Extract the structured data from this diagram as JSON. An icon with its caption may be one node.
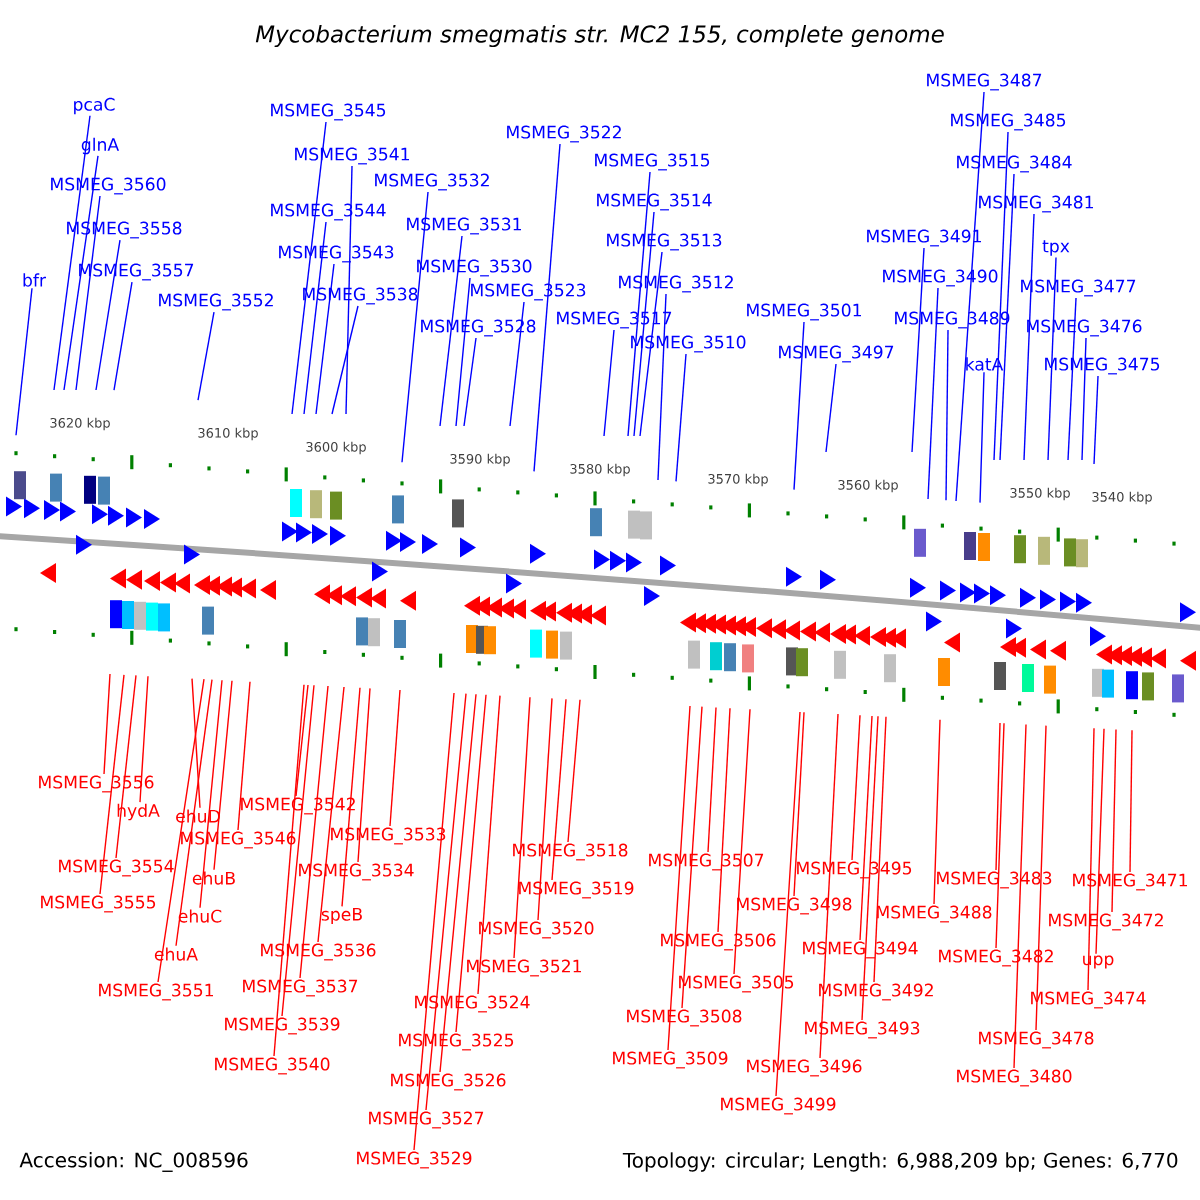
{
  "diagram": {
    "title": "Mycobacterium smegmatis str. MC2 155, complete genome",
    "nodes": [
      {
        "text": [
          "pcaC"
        ]
      },
      {
        "text": [
          "glnA"
        ]
      },
      {
        "text": [
          "bfr"
        ]
      },
      {
        "text": [
          "MSMEG_3560"
        ]
      },
      {
        "text": [
          "MSMEG_3558"
        ]
      },
      {
        "text": [
          "MSMEG_3557"
        ]
      },
      {
        "text": [
          "MSMEG_3552"
        ]
      },
      {
        "text": [
          "MSMEG_3545"
        ]
      },
      {
        "text": [
          "MSMEG_3541"
        ]
      },
      {
        "text": [
          "MSMEG_3544"
        ]
      },
      {
        "text": [
          "MSMEG_3543"
        ]
      },
      {
        "text": [
          "MSMEG_3538"
        ]
      },
      {
        "text": [
          "MSMEG_3532"
        ]
      },
      {
        "text": [
          "MSMEG_3531"
        ]
      },
      {
        "text": [
          "MSMEG_3530"
        ]
      },
      {
        "text": [
          "MSMEG_3523"
        ]
      },
      {
        "text": [
          "MSMEG_3528"
        ]
      },
      {
        "text": [
          "MSMEG_3522"
        ]
      },
      {
        "text": [
          "MSMEG_3515"
        ]
      },
      {
        "text": [
          "MSMEG_3514"
        ]
      },
      {
        "text": [
          "MSMEG_3513"
        ]
      },
      {
        "text": [
          "MSMEG_3512"
        ]
      },
      {
        "text": [
          "MSMEG_3517"
        ]
      },
      {
        "text": [
          "MSMEG_3510"
        ]
      },
      {
        "text": [
          "MSMEG_3501"
        ]
      },
      {
        "text": [
          "MSMEG_3497"
        ]
      },
      {
        "text": [
          "MSMEG_3487"
        ]
      },
      {
        "text": [
          "MSMEG_3485"
        ]
      },
      {
        "text": [
          "MSMEG_3484"
        ]
      },
      {
        "text": [
          "MSMEG_3481"
        ]
      },
      {
        "text": [
          "MSMEG_3491"
        ]
      },
      {
        "text": [
          "MSMEG_3490"
        ]
      },
      {
        "text": [
          "MSMEG_3489"
        ]
      },
      {
        "text": [
          "katA"
        ]
      },
      {
        "text": [
          "tpx"
        ]
      },
      {
        "text": [
          "MSMEG_3477"
        ]
      },
      {
        "text": [
          "MSMEG_3476"
        ]
      },
      {
        "text": [
          "MSMEG_3475"
        ]
      },
      {
        "text": [
          "MSMEG_3556"
        ]
      },
      {
        "text": [
          "hydA"
        ]
      },
      {
        "text": [
          "MSMEG_3554"
        ]
      },
      {
        "text": [
          "MSMEG_3555"
        ]
      },
      {
        "text": [
          "MSMEG_3551"
        ]
      },
      {
        "text": [
          "ehuA"
        ]
      },
      {
        "text": [
          "ehuC"
        ]
      },
      {
        "text": [
          "ehuB"
        ]
      },
      {
        "text": [
          "ehuD"
        ]
      },
      {
        "text": [
          "MSMEG_3546"
        ]
      },
      {
        "text": [
          "MSMEG_3542"
        ]
      },
      {
        "text": [
          "MSMEG_3533"
        ]
      },
      {
        "text": [
          "MSMEG_3534"
        ]
      },
      {
        "text": [
          "speB"
        ]
      },
      {
        "text": [
          "MSMEG_3536"
        ]
      },
      {
        "text": [
          "MSMEG_3537"
        ]
      },
      {
        "text": [
          "MSMEG_3539"
        ]
      },
      {
        "text": [
          "MSMEG_3540"
        ]
      },
      {
        "text": [
          "MSMEG_3518"
        ]
      },
      {
        "text": [
          "MSMEG_3519"
        ]
      },
      {
        "text": [
          "MSMEG_3520"
        ]
      },
      {
        "text": [
          "MSMEG_3521"
        ]
      },
      {
        "text": [
          "MSMEG_3524"
        ]
      },
      {
        "text": [
          "MSMEG_3525"
        ]
      },
      {
        "text": [
          "MSMEG_3526"
        ]
      },
      {
        "text": [
          "MSMEG_3527"
        ]
      },
      {
        "text": [
          "MSMEG_3529"
        ]
      },
      {
        "text": [
          "MSMEG_3507"
        ]
      },
      {
        "text": [
          "MSMEG_3506"
        ]
      },
      {
        "text": [
          "MSMEG_3505"
        ]
      },
      {
        "text": [
          "MSMEG_3508"
        ]
      },
      {
        "text": [
          "MSMEG_3509"
        ]
      },
      {
        "text": [
          "MSMEG_3495"
        ]
      },
      {
        "text": [
          "MSMEG_3498"
        ]
      },
      {
        "text": [
          "MSMEG_3494"
        ]
      },
      {
        "text": [
          "MSMEG_3492"
        ]
      },
      {
        "text": [
          "MSMEG_3493"
        ]
      },
      {
        "text": [
          "MSMEG_3496"
        ]
      },
      {
        "text": [
          "MSMEG_3499"
        ]
      },
      {
        "text": [
          "MSMEG_3488"
        ]
      },
      {
        "text": [
          "MSMEG_3483"
        ]
      },
      {
        "text": [
          "MSMEG_3482"
        ]
      },
      {
        "text": [
          "MSMEG_3478"
        ]
      },
      {
        "text": [
          "MSMEG_3480"
        ]
      },
      {
        "text": [
          "MSMEG_3471"
        ]
      },
      {
        "text": [
          "MSMEG_3472"
        ]
      },
      {
        "text": [
          "upp"
        ]
      },
      {
        "text": [
          "MSMEG_3474"
        ]
      }
    ],
    "edges": [
      {
        "from": 0,
        "to": null,
        "arrow": "none",
        "color": "#0000ff"
      },
      {
        "from": 1,
        "to": null,
        "arrow": "none",
        "color": "#0000ff"
      },
      {
        "from": 2,
        "to": null,
        "arrow": "none",
        "color": "#0000ff"
      },
      {
        "from": 3,
        "to": null,
        "arrow": "none",
        "color": "#0000ff"
      },
      {
        "from": 4,
        "to": null,
        "arrow": "none",
        "color": "#0000ff"
      },
      {
        "from": 5,
        "to": null,
        "arrow": "none",
        "color": "#0000ff"
      },
      {
        "from": 6,
        "to": null,
        "arrow": "none",
        "color": "#0000ff"
      },
      {
        "from": 7,
        "to": null,
        "arrow": "none",
        "color": "#0000ff"
      },
      {
        "from": 8,
        "to": null,
        "arrow": "none",
        "color": "#0000ff"
      },
      {
        "from": 9,
        "to": null,
        "arrow": "none",
        "color": "#0000ff"
      },
      {
        "from": 10,
        "to": null,
        "arrow": "none",
        "color": "#0000ff"
      },
      {
        "from": 11,
        "to": null,
        "arrow": "none",
        "color": "#0000ff"
      },
      {
        "from": 12,
        "to": null,
        "arrow": "none",
        "color": "#0000ff"
      },
      {
        "from": 13,
        "to": null,
        "arrow": "none",
        "color": "#0000ff"
      },
      {
        "from": 14,
        "to": null,
        "arrow": "none",
        "color": "#0000ff"
      },
      {
        "from": 15,
        "to": null,
        "arrow": "none",
        "color": "#0000ff"
      },
      {
        "from": 16,
        "to": null,
        "arrow": "none",
        "color": "#0000ff"
      },
      {
        "from": 17,
        "to": null,
        "arrow": "none",
        "color": "#0000ff"
      },
      {
        "from": 18,
        "to": null,
        "arrow": "none",
        "color": "#0000ff"
      },
      {
        "from": 19,
        "to": null,
        "arrow": "none",
        "color": "#0000ff"
      },
      {
        "from": 20,
        "to": null,
        "arrow": "none",
        "color": "#0000ff"
      },
      {
        "from": 21,
        "to": null,
        "arrow": "none",
        "color": "#0000ff"
      },
      {
        "from": 22,
        "to": null,
        "arrow": "none",
        "color": "#0000ff"
      },
      {
        "from": 23,
        "to": null,
        "arrow": "none",
        "color": "#0000ff"
      },
      {
        "from": 24,
        "to": null,
        "arrow": "none",
        "color": "#0000ff"
      },
      {
        "from": 25,
        "to": null,
        "arrow": "none",
        "color": "#0000ff"
      },
      {
        "from": 26,
        "to": null,
        "arrow": "none",
        "color": "#0000ff"
      },
      {
        "from": 27,
        "to": null,
        "arrow": "none",
        "color": "#0000ff"
      },
      {
        "from": 28,
        "to": null,
        "arrow": "none",
        "color": "#0000ff"
      },
      {
        "from": 29,
        "to": null,
        "arrow": "none",
        "color": "#0000ff"
      },
      {
        "from": 30,
        "to": null,
        "arrow": "none",
        "color": "#0000ff"
      },
      {
        "from": 31,
        "to": null,
        "arrow": "none",
        "color": "#0000ff"
      },
      {
        "from": 32,
        "to": null,
        "arrow": "none",
        "color": "#0000ff"
      },
      {
        "from": 33,
        "to": null,
        "arrow": "none",
        "color": "#0000ff"
      },
      {
        "from": 34,
        "to": null,
        "arrow": "none",
        "color": "#0000ff"
      },
      {
        "from": 35,
        "to": null,
        "arrow": "none",
        "color": "#0000ff"
      },
      {
        "from": 36,
        "to": null,
        "arrow": "none",
        "color": "#0000ff"
      },
      {
        "from": 37,
        "to": null,
        "arrow": "none",
        "color": "#0000ff"
      },
      {
        "from": 38,
        "to": null,
        "arrow": "none"
      },
      {
        "from": 39,
        "to": null,
        "arrow": "none"
      },
      {
        "from": 40,
        "to": null,
        "arrow": "none"
      },
      {
        "from": 41,
        "to": null,
        "arrow": "none"
      },
      {
        "from": 42,
        "to": null,
        "arrow": "none"
      },
      {
        "from": 43,
        "to": null,
        "arrow": "none"
      },
      {
        "from": 44,
        "to": null,
        "arrow": "none"
      },
      {
        "from": 45,
        "to": null,
        "arrow": "none"
      },
      {
        "from": 46,
        "to": null,
        "arrow": "none"
      },
      {
        "from": 47,
        "to": null,
        "arrow": "none"
      },
      {
        "from": 48,
        "to": null,
        "arrow": "none"
      },
      {
        "from": 49,
        "to": null,
        "arrow": "none"
      },
      {
        "from": 50,
        "to": null,
        "arrow": "none"
      },
      {
        "from": 51,
        "to": null,
        "arrow": "none"
      },
      {
        "from": 52,
        "to": null,
        "arrow": "none"
      },
      {
        "from": 53,
        "to": null,
        "arrow": "none"
      },
      {
        "from": 54,
        "to": null,
        "arrow": "none"
      },
      {
        "from": 55,
        "to": null,
        "arrow": "none"
      },
      {
        "from": 56,
        "to": null,
        "arrow": "none"
      },
      {
        "from": 57,
        "to": null,
        "arrow": "none"
      },
      {
        "from": 58,
        "to": null,
        "arrow": "none"
      },
      {
        "from": 59,
        "to": null,
        "arrow": "none"
      },
      {
        "from": 60,
        "to": null,
        "arrow": "none"
      },
      {
        "from": 61,
        "to": null,
        "arrow": "none"
      },
      {
        "from": 62,
        "to": null,
        "arrow": "none"
      },
      {
        "from": 63,
        "to": null,
        "arrow": "none"
      },
      {
        "from": 64,
        "to": null,
        "arrow": "none"
      },
      {
        "from": 65,
        "to": null,
        "arrow": "none"
      },
      {
        "from": 66,
        "to": null,
        "arrow": "none"
      },
      {
        "from": 67,
        "to": null,
        "arrow": "none"
      },
      {
        "from": 68,
        "to": null,
        "arrow": "none"
      },
      {
        "from": 69,
        "to": null,
        "arrow": "none"
      },
      {
        "from": 70,
        "to": null,
        "arrow": "none"
      },
      {
        "from": 71,
        "to": null,
        "arrow": "none"
      },
      {
        "from": 72,
        "to": null,
        "arrow": "none"
      },
      {
        "from": 73,
        "to": null,
        "arrow": "none"
      },
      {
        "from": 74,
        "to": null,
        "arrow": "none"
      },
      {
        "from": 75,
        "to": null,
        "arrow": "none"
      },
      {
        "from": 76,
        "to": null,
        "arrow": "none"
      },
      {
        "from": 77,
        "to": null,
        "arrow": "none"
      },
      {
        "from": 78,
        "to": null,
        "arrow": "none"
      },
      {
        "from": 79,
        "to": null,
        "arrow": "none"
      },
      {
        "from": 80,
        "to": null,
        "arrow": "none"
      },
      {
        "from": 81,
        "to": null,
        "arrow": "none"
      },
      {
        "from": 82,
        "to": null,
        "arrow": "none"
      },
      {
        "from": 83,
        "to": null,
        "arrow": "none"
      },
      {
        "from": 84,
        "to": null,
        "arrow": "none"
      },
      {
        "from": 85,
        "to": null,
        "arrow": "none"
      }
    ],
    "labels": [
      "3620 kbp",
      "3610 kbp",
      "3600 kbp",
      "3590 kbp",
      "3580 kbp",
      "3570 kbp",
      "3560 kbp",
      "3550 kbp",
      "3540 kbp",
      "Accession: NC_008596",
      "Topology: circular; Length: 6,988,209 bp; Genes: 6,770"
    ]
  }
}
